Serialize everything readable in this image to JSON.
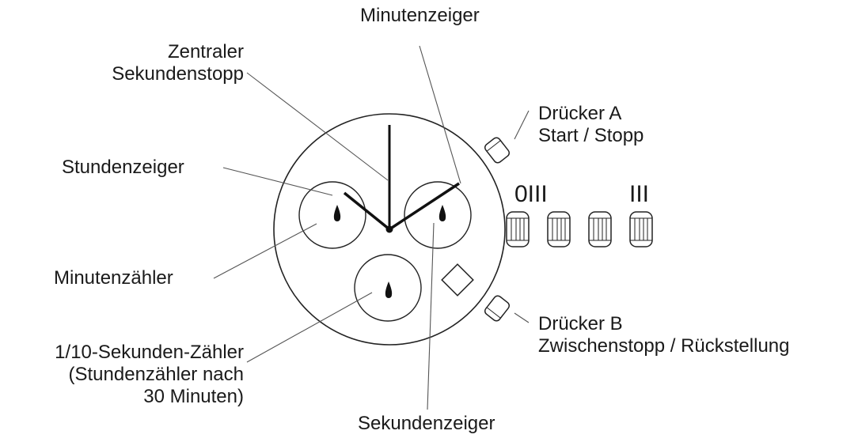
{
  "labels": {
    "minute_hand": "Minutenzeiger",
    "central_seconds_stop": [
      "Zentraler",
      "Sekundenstopp"
    ],
    "hour_hand": "Stundenzeiger",
    "minute_counter": "Minutenzähler",
    "tenth_second_counter": [
      "1/10-Sekunden-Zähler",
      "(Stundenzähler nach",
      "30 Minuten)"
    ],
    "second_hand": "Sekundenzeiger",
    "pusher_a": [
      "Drücker A",
      "Start / Stopp"
    ],
    "pusher_b": [
      "Drücker B",
      "Zwischenstopp / Rückstellung"
    ]
  },
  "crown_positions": {
    "first": "0III",
    "second": "III"
  }
}
